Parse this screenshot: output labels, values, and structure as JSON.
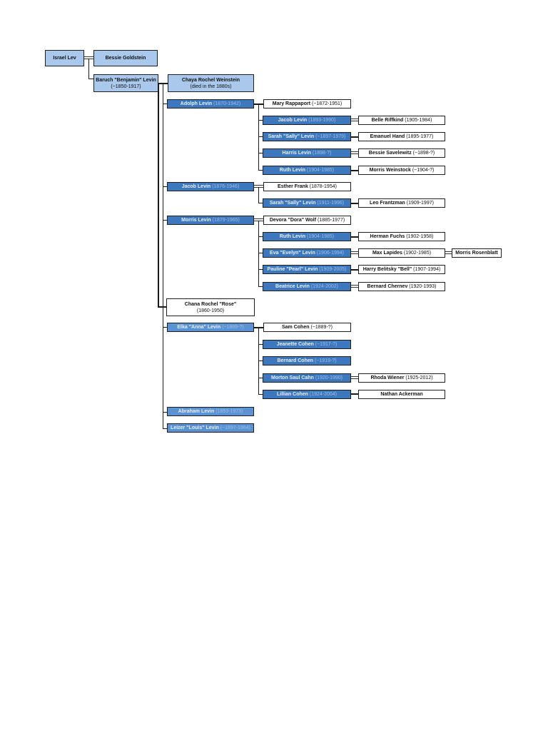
{
  "diagram": {
    "type": "family-tree",
    "people": {
      "israel_lev": {
        "name": "Israel Lev"
      },
      "bessie_goldstein": {
        "name": "Bessie Goldstein"
      },
      "baruch": {
        "name": "Baruch \"Benjamin\" Levin",
        "dates": "(~1850-1917)"
      },
      "chaya": {
        "name": "Chaya Rochel Weinstein",
        "dates": "(died in the 1880s)"
      },
      "adolph": {
        "name": "Adolph Levin",
        "dates": "(1870-1942)"
      },
      "mary": {
        "name": "Mary Rappaport",
        "dates": "(~1872-1951)"
      },
      "jacob_1893": {
        "name": "Jacob Levin",
        "dates": "(1893-1990)"
      },
      "belle": {
        "name": "Belle Riffkind",
        "dates": "(1905-1984)"
      },
      "sarah_1897": {
        "name": "Sarah \"Sally\" Levin",
        "dates": "(~1897-1979)"
      },
      "emanuel": {
        "name": "Emanuel Hand",
        "dates": "(1895-1977)"
      },
      "harris": {
        "name": "Harris Levin",
        "dates": "(1898-?)"
      },
      "bessie_s": {
        "name": "Bessie Savelewitz",
        "dates": "(~1898-?)"
      },
      "ruth_a": {
        "name": "Ruth Levin",
        "dates": "(1904-1985)"
      },
      "morris_w": {
        "name": "Morris Weinstock",
        "dates": "(~1904-?)"
      },
      "jacob_1876": {
        "name": "Jacob Levin",
        "dates": "(1876-1946)"
      },
      "esther": {
        "name": "Esther Frank",
        "dates": "(1878-1954)"
      },
      "sarah_1911": {
        "name": "Sarah \"Sally\" Levin",
        "dates": "(1911-1996)"
      },
      "leo": {
        "name": "Leo Frantzman",
        "dates": "(1909-1997)"
      },
      "morris_l": {
        "name": "Morris Levin",
        "dates": "(1879-1965)"
      },
      "devora": {
        "name": "Devora \"Dora\" Wolf",
        "dates": "(1885-1977)"
      },
      "ruth_m": {
        "name": "Ruth Levin",
        "dates": "(1904-1985)"
      },
      "herman": {
        "name": "Herman Fuchs",
        "dates": "(1902-1958)"
      },
      "eva": {
        "name": "Eva \"Evelyn\" Levin",
        "dates": "(1906-1994)"
      },
      "max": {
        "name": "Max Lapides",
        "dates": "(1902-1985)"
      },
      "morris_r": {
        "name": "Morris Rosenblatt"
      },
      "pauline": {
        "name": "Pauline \"Pearl\" Levin",
        "dates": "(1909-2005)"
      },
      "harry": {
        "name": "Harry Belitsky \"Bell\"",
        "dates": "(1907-1994)"
      },
      "beatrice": {
        "name": "Beatrice Levin",
        "dates": "(1924-2002)"
      },
      "bernard_c": {
        "name": "Bernard Chernev",
        "dates": "(1920-1993)"
      },
      "chana": {
        "name": "Chana Rochel \"Rose\"",
        "dates": "(1860-1950)"
      },
      "elka": {
        "name": "Elka \"Anna\" Levin",
        "dates": "(~1889-?)"
      },
      "sam": {
        "name": "Sam Cohen",
        "dates": "(~1889-?)"
      },
      "jeanette": {
        "name": "Jeanette Cohen",
        "dates": "(~1917-?)"
      },
      "bernard_co": {
        "name": "Bernard Cohen",
        "dates": "(~1919-?)"
      },
      "morton": {
        "name": "Morton Saul Cahn",
        "dates": "(1920-1990)"
      },
      "rhoda": {
        "name": "Rhoda Wiener",
        "dates": "(1925-2012)"
      },
      "lillian": {
        "name": "Lillian Cohen",
        "dates": "(1924-2004)"
      },
      "nathan": {
        "name": "Nathan Ackerman"
      },
      "abraham": {
        "name": "Abraham Levin",
        "dates": "(1893-1973)"
      },
      "leizer": {
        "name": "Leizer \"Louis\" Levin",
        "dates": "(~1897-1964)"
      }
    },
    "colors": {
      "generation_1_2": "#a9c8ec",
      "descendant": "#3d78be",
      "spouse": "#ffffff"
    }
  }
}
